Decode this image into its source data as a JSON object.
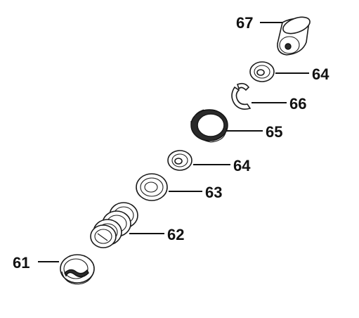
{
  "labels": {
    "p61": "61",
    "p62": "62",
    "p63": "63",
    "p64a": "64",
    "p64b": "64",
    "p65": "65",
    "p66": "66",
    "p67": "67"
  }
}
